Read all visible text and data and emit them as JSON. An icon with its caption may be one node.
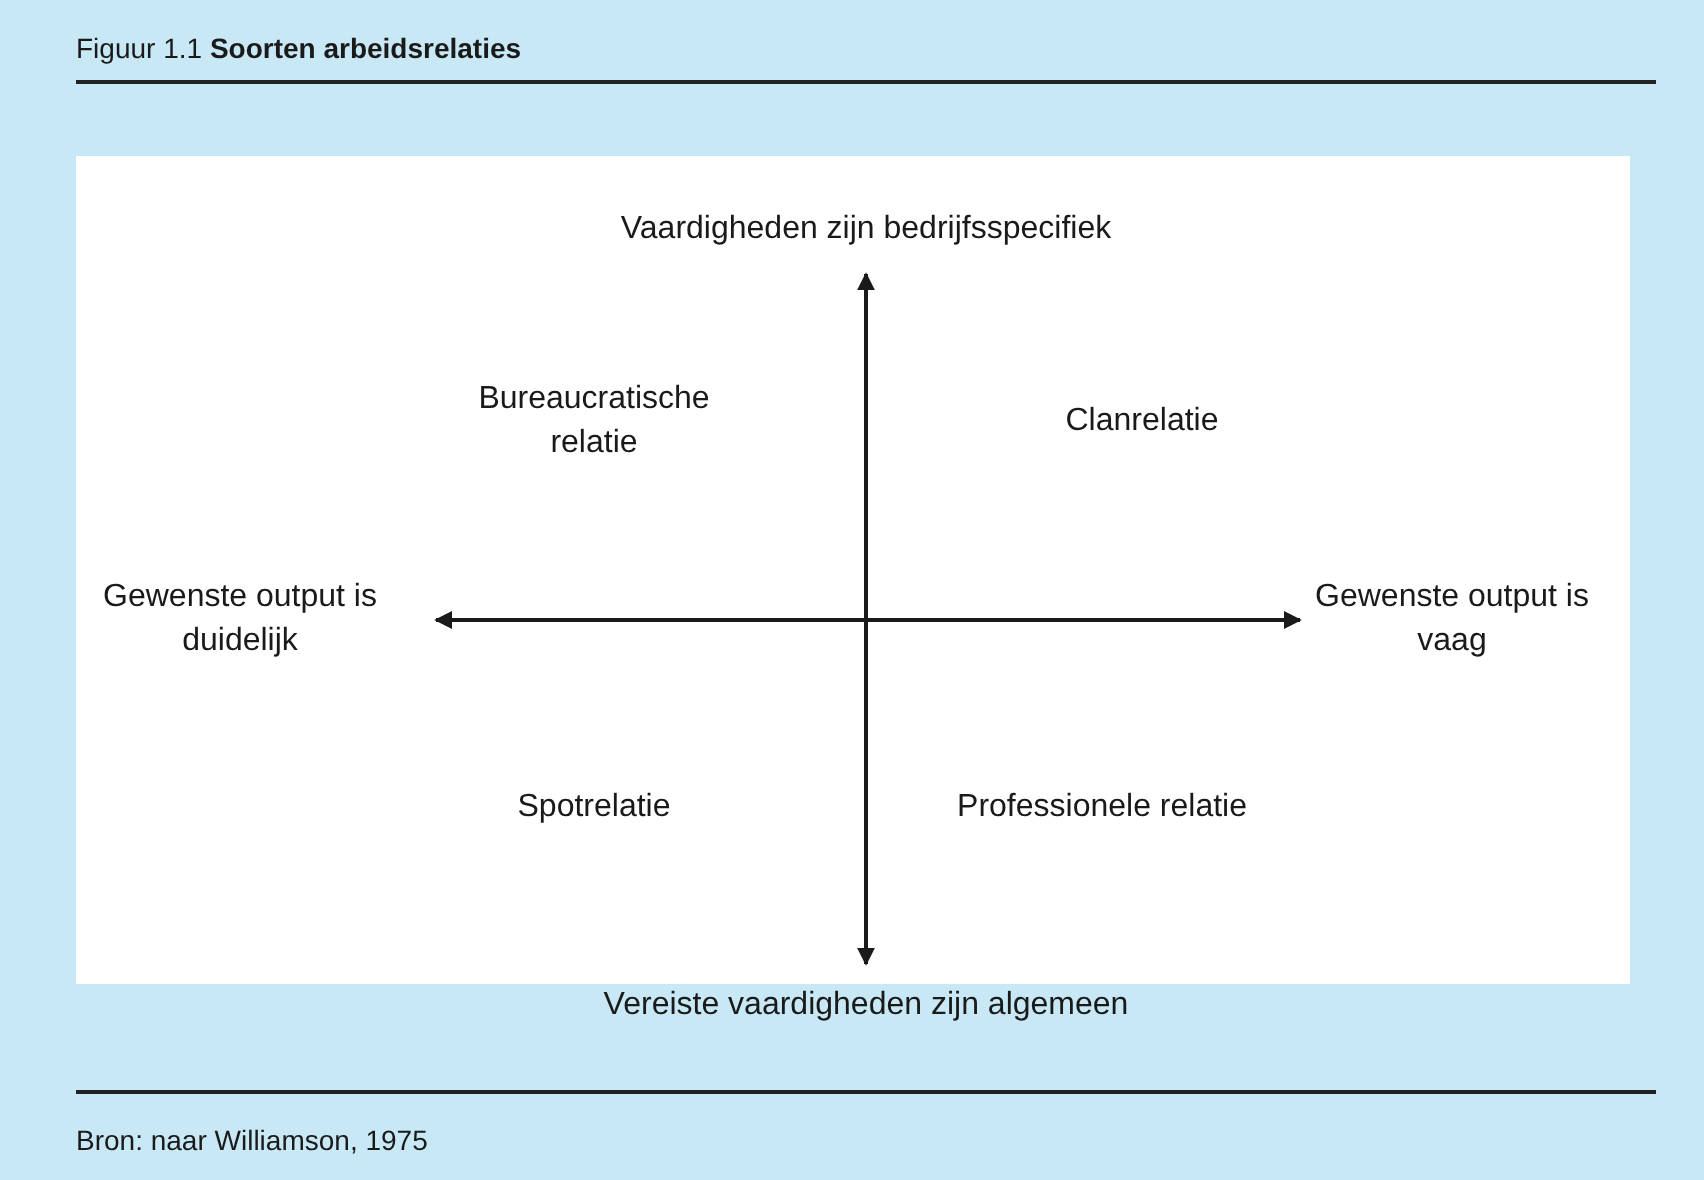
{
  "diagram": {
    "title": "Figuur 1.1 **Soorten arbeidsrelaties**",
    "caption": "Bron: naar Williamson, 1975",
    "labels": [
      "Vaardigheden zijn bedrijfsspecifiek",
      "Bureaucratische relatie",
      "Clanrelatie",
      "Gewenste output is duidelijk",
      "Gewenste output is vaag",
      "Spotrelatie",
      "Professionele relatie",
      "Vereiste vaardigheden zijn algemeen"
    ]
  }
}
